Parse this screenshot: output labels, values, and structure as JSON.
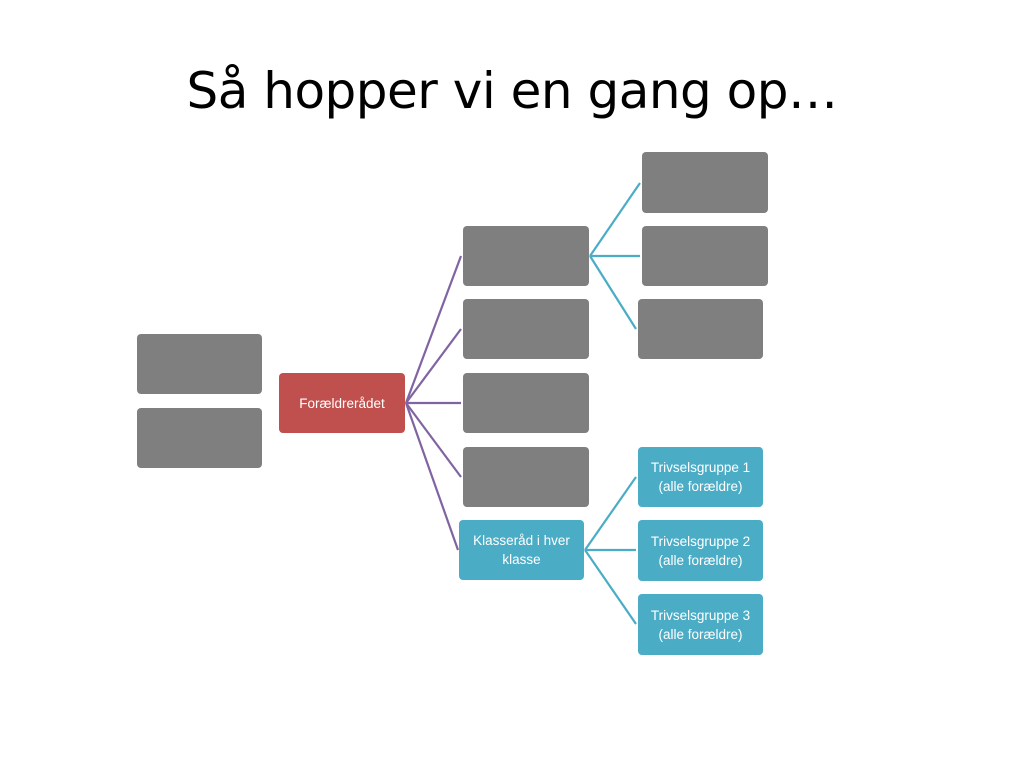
{
  "title": "Så hopper vi en gang op…",
  "colors": {
    "placeholder": "#7f7f7f",
    "root": "#c0504d",
    "class_council": "#4bacc6",
    "purple_connector": "#8064a2",
    "teal_connector": "#4bacc6"
  },
  "nodes": {
    "root": {
      "label": "Forældrerådet"
    },
    "class_council": {
      "label": "Klasseråd i hver klasse"
    },
    "wellbeing_groups": [
      {
        "label": "Trivselsgruppe 1 (alle forældre)"
      },
      {
        "label": "Trivselsgruppe 2 (alle forældre)"
      },
      {
        "label": "Trivselsgruppe 3 (alle forældre)"
      }
    ]
  }
}
